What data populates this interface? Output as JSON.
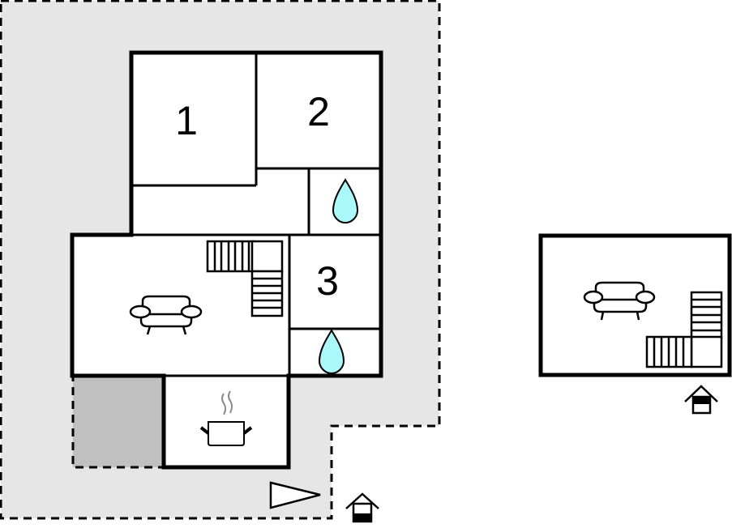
{
  "floorplan": {
    "rooms": [
      {
        "label": "1",
        "type": "bedroom"
      },
      {
        "label": "2",
        "type": "bedroom"
      },
      {
        "label": "3",
        "type": "bedroom"
      }
    ],
    "icons": {
      "sofa": "sofa-icon",
      "stairs": "stairs-icon",
      "water_drop": "bathroom-drop-icon",
      "pot": "kitchen-pot-icon",
      "entrance": "entrance-house-icon",
      "direction": "direction-triangle-icon"
    },
    "colors": {
      "wall": "#000000",
      "terrace": "#e6e6e6",
      "covered_area": "#c0c0c0",
      "water": "#aaf8fa",
      "steam": "#8a8a8a",
      "room": "#ffffff"
    }
  }
}
